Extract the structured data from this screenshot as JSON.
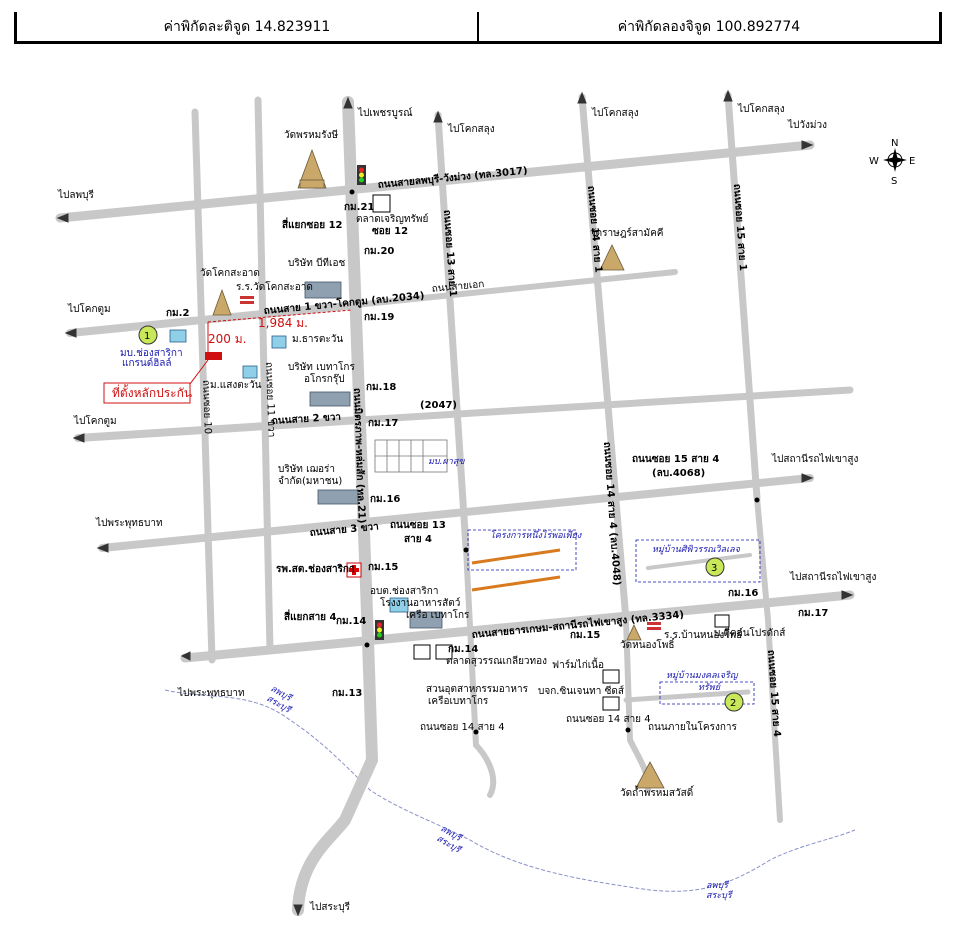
{
  "header": {
    "latitude": "ค่าพิกัดละติจูด 14.823911",
    "longitude": "ค่าพิกัดลองจิจูด 100.892774"
  },
  "compass": {
    "n": "N",
    "s": "S",
    "e": "E",
    "w": "W"
  },
  "colors": {
    "road": "#c8c8c8",
    "marker_red": "#d01010",
    "label_blue": "#1a1ab0",
    "project_orange": "#d87a1e",
    "marker_green": "#c8e85a"
  },
  "directions": {
    "to_phetchabun": "ไปเพชรบูรณ์",
    "to_khok_salung_1": "ไปโคกสลุง",
    "to_khok_salung_2": "ไปโคกสลุง",
    "to_khok_salung_3": "ไปโคกสลุง",
    "to_wang_muang": "ไปวังม่วง",
    "to_lopburi": "ไปลพบุรี",
    "to_khok_tum_1": "ไปโคกตูม",
    "to_khok_tum_2": "ไปโคกตูม",
    "to_phra_phutthabat_1": "ไปพระพุทธบาท",
    "to_phra_phutthabat_2": "ไปพระพุทธบาท",
    "to_station_1": "ไปสถานีรถไฟเขาสูง",
    "to_station_2": "ไปสถานีรถไฟเขาสูง",
    "to_saraburi": "ไปสระบุรี"
  },
  "roads": {
    "lopburi_wangmuang": "ถนนสายลพบุรี-วังม่วง (ทล.3017)",
    "sai1_khwa": "ถนนสาย 1 ขวา-โคกตูม (ลบ.2034)",
    "sai_ek": "ถนนสายเอก",
    "sai2_khwa": "ถนนสาย 2 ขวา",
    "r2047": "(2047)",
    "sai3_khwa": "ถนนสาย 3 ขวา",
    "mittraphap": "ถนนมิตรภาพ-หล่มสัก (ทล.21)",
    "soi10": "ถนนซอย 10",
    "soi11": "ถนนซอย 11 ขวา",
    "soi13_sai1": "ถนนซอย 13 สาย 1",
    "soi14_sai1": "ถนนซอย 14 สาย 1",
    "soi15_sai1": "ถนนซอย 15 สาย 1",
    "soi13_sai4": "ถนนซอย 13",
    "soi13_sai4b": "สาย 4",
    "soi14_sai4_4048": "ถนนซอย 14 สาย 4 (ลบ.4048)",
    "soi15_sai4": "ถนนซอย 15 สาย 4",
    "soi15_sai4b": "(ลบ.4068)",
    "soi15_sai4_vert": "ถนนซอย 15 สาย 4",
    "thanmkasem": "ถนนสายธารเกษม-สถานีรถไฟเขาสูง (ทล.3334)",
    "soi14_sai4_bottom": "ถนนซอย 14 สาย 4",
    "soi14_sai4_bottom2": "ถนนซอย 14 สาย 4",
    "internal": "ถนนภายในโครงการ"
  },
  "km": {
    "k21": "กม.21",
    "k20": "กม.20",
    "k19": "กม.19",
    "k18": "กม.18",
    "k17": "กม.17",
    "k16": "กม.16",
    "k15": "กม.15",
    "k14": "กม.14",
    "k14b": "กม.14",
    "k13": "กม.13",
    "k2": "กม.2",
    "k15b": "กม.15",
    "k16b": "กม.16",
    "k17b": "กม.17"
  },
  "places": {
    "wat_phrom_rang": "วัดพรหมรังษี",
    "intersection_soi12": "สี่แยกซอย 12",
    "talat_charoen": "ตลาดเจริญทรัพย์",
    "soi12": "ซอย 12",
    "bithai": "บริษัท บีทีเอช",
    "wat_khok_saat": "วัดโคกสะอาด",
    "school_khok_saat": "ร.ร.วัดโคกสะอาด",
    "wat_rat": "วัดราษฎร์สามัคคี",
    "mb_chongsarika": "มบ.ช่องสาริกา",
    "mb_chongsarika2": "แกรนด์ฮิลล์",
    "m_thantawan": "ม.ธารตะวัน",
    "m_saengtawan": "ม.แสงตะวัน",
    "betagro": "บริษัท เบทาโกร",
    "betagro2": "อโกรกรุ๊ป",
    "mb_pasuk": "มบ.ผาสุข",
    "theera": "บริษัท เฌอร่า",
    "theera2": "จำกัด(มหาชน)",
    "hospital": "รพ.สต.ช่องสาริกา",
    "obt": "อบต.ช่องสาริกา",
    "feedmill": "โรงงานอาหารสัตว์",
    "feedmill2": "เครือ เบทาโกร",
    "intersection_sai4": "สี่แยกสาย 4",
    "talat_suwan": "ตลาดสุวรรณเกลียวทอง",
    "chicken_farm": "ฟาร์มไก่เนื้อ",
    "industrial": "สวนอุตสาหกรรมอาหาร",
    "industrial2": "เครือเบทาโกร",
    "sinjentha": "บจก.ซินเจนทา ซีดส์",
    "wat_nong_pho": "วัดหนองโพธิ์",
    "school_nong_pho": "ร.ร.บ้านหนองโพธิ์",
    "diamond": "บ.ดีคอนโปรดักส์",
    "wat_tham": "วัดถ้ำพรหมสวัสดิ์",
    "lopburi_saraburi_1": "ลพบุรี",
    "lopburi_saraburi_1b": "สระบุรี",
    "lopburi_saraburi_2": "ลพบุรี",
    "lopburi_saraburi_2b": "สระบุรี",
    "lopburi_saraburi_3": "ลพบุรี",
    "lopburi_saraburi_3b": "สระบุรี"
  },
  "projects": {
    "p1_num": "1",
    "p2_num": "2",
    "p2_name": "หมู่บ้านมงคลเจริญ",
    "p2_name2": "ทรัพย์",
    "p3_num": "3",
    "p3_name": "หมู่บ้านศิพิวรรณวิลเลจ",
    "nung_rai": "โครงการหนึ่งไร่พอเพียง"
  },
  "annotations": {
    "dist_1984": "1,984 ม.",
    "dist_200": "200 ม.",
    "site_label": "ที่ตั้งหลักประกัน"
  }
}
